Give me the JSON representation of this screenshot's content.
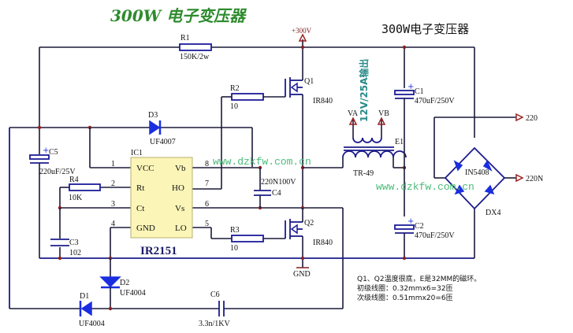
{
  "titles": {
    "main": "300W 电子变压器",
    "secondary": "300W电子变压器",
    "vertical_output": "12V/25A输出"
  },
  "watermark": "www.dzkfw.com.cn",
  "power": {
    "vplus": "+300V",
    "gnd": "GND",
    "out_220": "220",
    "out_220n": "220N"
  },
  "ic": {
    "ref": "IC1",
    "name": "IR2151",
    "pins": [
      {
        "num": "1",
        "name": "VCC"
      },
      {
        "num": "2",
        "name": "Rt"
      },
      {
        "num": "3",
        "name": "Ct"
      },
      {
        "num": "4",
        "name": "GND"
      },
      {
        "num": "8",
        "name": "Vb"
      },
      {
        "num": "7",
        "name": "HO"
      },
      {
        "num": "6",
        "name": "Vs"
      },
      {
        "num": "5",
        "name": "LO"
      }
    ]
  },
  "components": {
    "R1": {
      "ref": "R1",
      "value": "150K/2w"
    },
    "R2": {
      "ref": "R2",
      "value": "10"
    },
    "R3": {
      "ref": "R3",
      "value": "10"
    },
    "R4": {
      "ref": "R4",
      "value": "10K"
    },
    "C1": {
      "ref": "C1",
      "value": "470uF/250V"
    },
    "C2": {
      "ref": "C2",
      "value": "470uF/250V"
    },
    "C3": {
      "ref": "C3",
      "value": "102"
    },
    "C4": {
      "ref": "C4",
      "value": "220N100V"
    },
    "C5": {
      "ref": "C5",
      "value": "220uF/25V"
    },
    "C6": {
      "ref": "C6",
      "value": "3.3n/1KV"
    },
    "D1": {
      "ref": "D1",
      "value": "UF4004"
    },
    "D2": {
      "ref": "D2",
      "value": "UF4004"
    },
    "D3": {
      "ref": "D3",
      "value": "UF4007"
    },
    "Q1": {
      "ref": "Q1",
      "value": "IR840"
    },
    "Q2": {
      "ref": "Q2",
      "value": "IR840"
    },
    "T1": {
      "ref": "E1",
      "value": "TR-49",
      "va": "VA",
      "vb": "VB"
    },
    "DX4": {
      "ref": "DX4",
      "value": "IN5408"
    }
  },
  "notes": [
    "Q1、Q2温度很底，E是32MM的磁环。",
    "初级线圈：0.32mmx6=32匝",
    "次级线圈：0.51mmx20=6匝"
  ]
}
